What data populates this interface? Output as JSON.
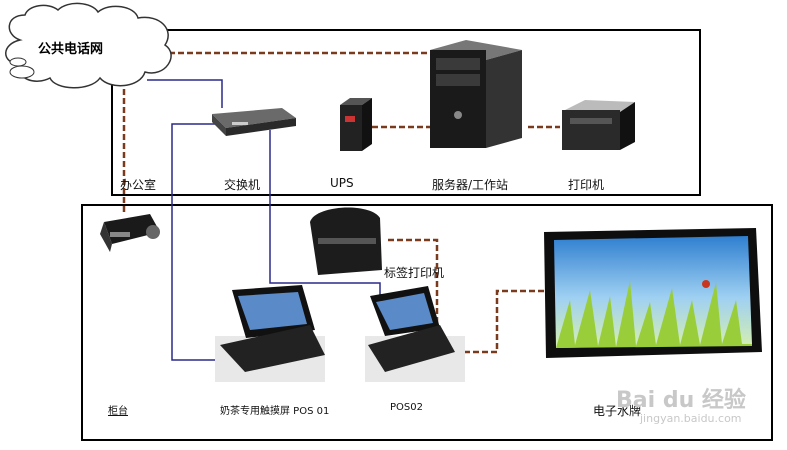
{
  "labels": {
    "cloud": "公共电话网",
    "office": "办公室",
    "switch": "交换机",
    "ups": "UPS",
    "server": "服务器/工作站",
    "printer": "打印机",
    "label_printer": "标签打印机",
    "counter": "柜台",
    "pos1": "奶茶专用触摸屏 POS  01",
    "pos2": "POS02",
    "display": "电子水牌"
  },
  "watermark": {
    "main": "Bai du 经验",
    "url": "jingyan.baidu.com"
  },
  "colors": {
    "line_brown": "#7a3a1e",
    "line_blue": "#2a2a8a",
    "frame": "#000000"
  }
}
